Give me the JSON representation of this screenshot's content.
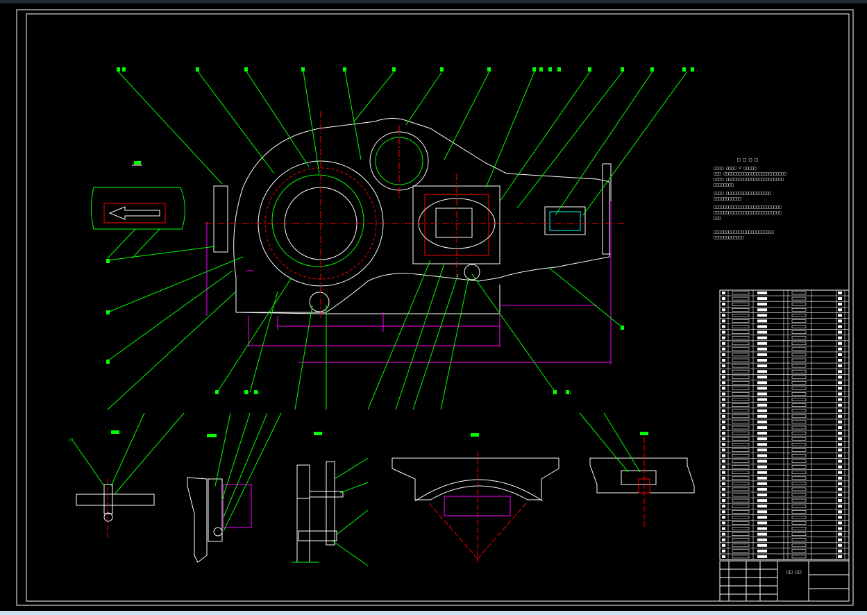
{
  "colors": {
    "background": "#000000",
    "frame": "#ffffff",
    "geometry": "#ffffff",
    "leader": "#00ff00",
    "dimension": "#ff00ff",
    "center": "#ff0000",
    "hidden": "#00ffff",
    "note": "#ffffff"
  },
  "icons": {
    "arrow": "left-arrow-icon",
    "balloon": "part-balloon-icon",
    "roughness": "surface-finish-icon"
  },
  "drawing": {
    "title_block_label": "□□ □□",
    "notes_header": "□ □ □ □",
    "note_lines": [
      "□□□□ □□□□ ▽ □□□□□",
      "□□□ □□□□□□□□□□□□□□□□□□□□□□□□□",
      "□□□□ □□□□□□□□□□□□□□□□□□□□□□□",
      "□□□□□□□□",
      "□□□□ □□□□□□□□□□□□□□□□□□",
      "□□□□□□□□□□□",
      "□□□□□□□□□□□□□□□□□□□□□□□□□□□",
      "□□□□□□□□□□□□□□□□□□□□□□□□□□□",
      "□□□",
      "□□□□□□□□□□□□□□□□□□□□□□□□",
      "□□□□□□□□□□□□"
    ],
    "view_labels": [
      "□□",
      "□□",
      "□□",
      "□□",
      "□□",
      "□□"
    ],
    "detail_marks": [
      "10",
      "11",
      "12",
      "13"
    ]
  }
}
